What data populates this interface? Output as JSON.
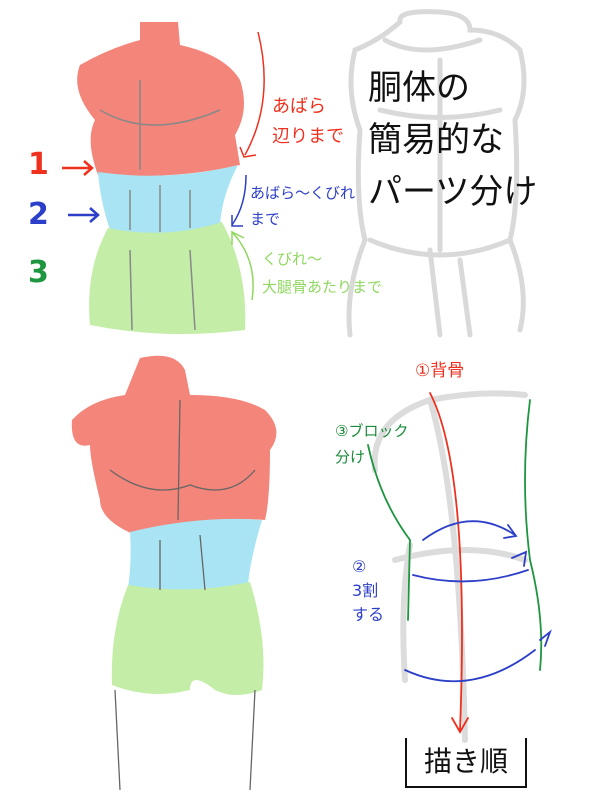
{
  "title": "胴体の\n簡易的な\nパーツ分け",
  "parts": [
    {
      "number": "1",
      "color": "#f0301e",
      "note": "あばら\n辺りまで"
    },
    {
      "number": "2",
      "color": "#2c3fc8",
      "note": "あばら～くびれ\nまで"
    },
    {
      "number": "3",
      "color": "#1e9640",
      "note": "くびれ～\n大腿骨あたりまで"
    }
  ],
  "steps": {
    "spine": "①背骨",
    "blocks": "③ブロック\n分け",
    "split": "②\n3割\nする"
  },
  "order_label": "描き順",
  "colors": {
    "chest": "#f4857a",
    "abdomen": "#a8e4f3",
    "hips": "#c4eda8"
  }
}
